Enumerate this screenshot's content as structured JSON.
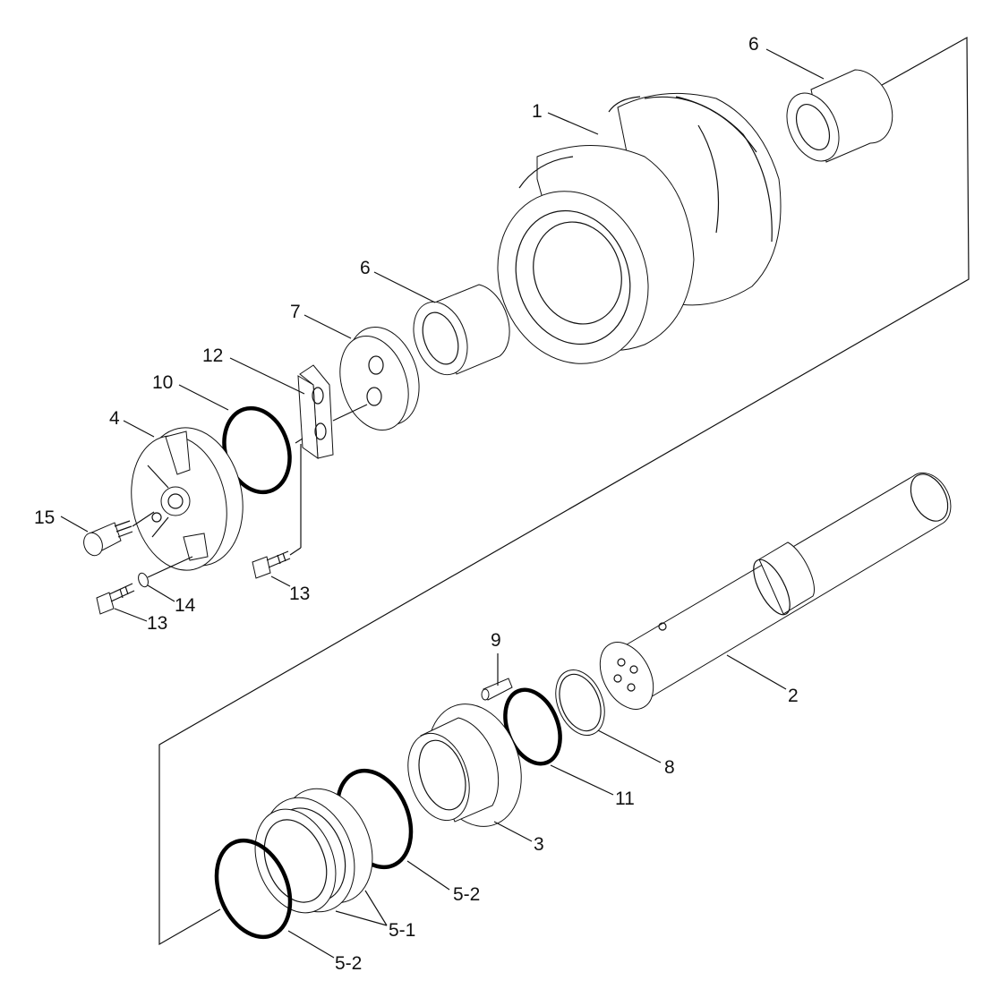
{
  "labels": {
    "p1": "1",
    "p2": "2",
    "p3": "3",
    "p4": "4",
    "p5_1": "5-1",
    "p5_2a": "5-2",
    "p5_2b": "5-2",
    "p6a": "6",
    "p6b": "6",
    "p7": "7",
    "p8": "8",
    "p9": "9",
    "p10": "10",
    "p11": "11",
    "p12": "12",
    "p13a": "13",
    "p13b": "13",
    "p14": "14",
    "p15": "15"
  },
  "colors": {
    "line": "#111111",
    "background": "#ffffff"
  }
}
